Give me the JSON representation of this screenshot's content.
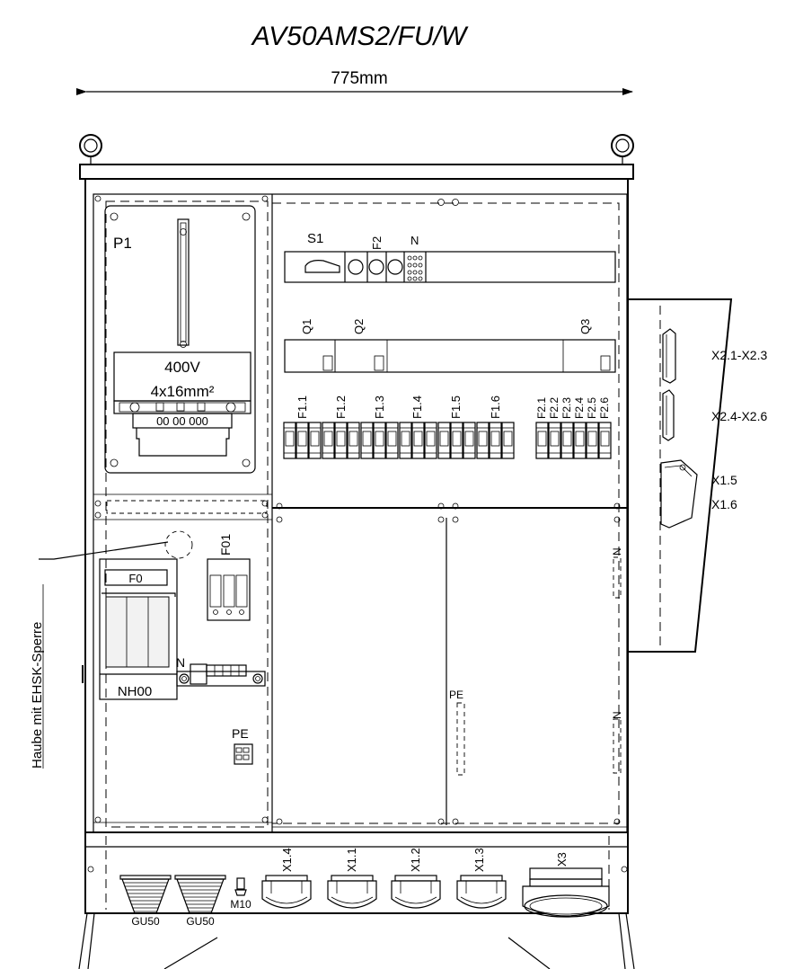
{
  "title": "AV50AMS2/FU/W",
  "dimension": "775mm",
  "meter_panel": {
    "label": "P1",
    "voltage": "400V",
    "cable": "4x16mm²",
    "terminals": "00 00 000"
  },
  "main_switch_row": {
    "switch": "S1",
    "fuse": "F2",
    "neutral": "N"
  },
  "rcd_labels": [
    "Q1",
    "Q2",
    "Q3"
  ],
  "breaker_labels_f1": [
    "F1.1",
    "F1.2",
    "F1.3",
    "F1.4",
    "F1.5",
    "F1.6"
  ],
  "breaker_labels_f2": [
    "F2.1",
    "F2.2",
    "F2.3",
    "F2.4",
    "F2.5",
    "F2.6"
  ],
  "side_sockets": [
    "X2.1-X2.3",
    "X2.4-X2.6",
    "X1.5",
    "X1.6"
  ],
  "lower_left": {
    "fuse_label": "F0",
    "fuse_base": "NH00",
    "surge": "F01",
    "neutral_bar": "N",
    "pe_bar": "PE",
    "annotation": "Haube mit EHSK-Sperre"
  },
  "rail_labels": {
    "n_top": "N",
    "n_bottom": "N",
    "pe": "PE"
  },
  "bottom_sockets": [
    "X1.4",
    "X1.1",
    "X1.2",
    "X1.3",
    "X3"
  ],
  "glands": [
    "GU50",
    "GU50"
  ],
  "m10": "M10",
  "colors": {
    "line": "#000000",
    "background": "#ffffff"
  }
}
